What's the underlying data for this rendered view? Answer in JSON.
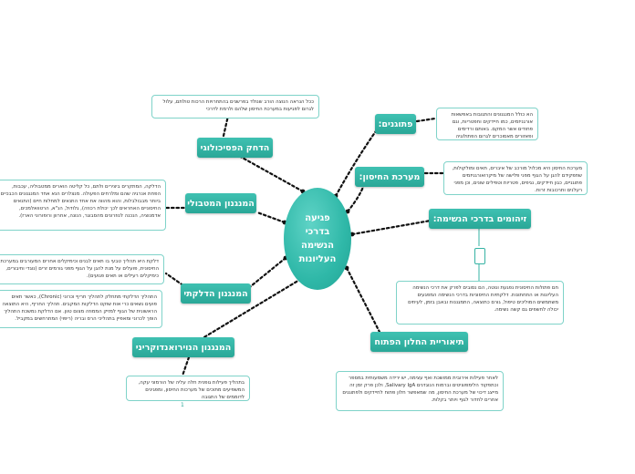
{
  "center": {
    "label": "פגיעה\nבדרכי\nהנשימה\nהעליונות"
  },
  "topics": {
    "pathogens": "פתוגנים:",
    "immune": "מערכת החיסון:",
    "infections": "זיהומים בדרכי הנשימה:",
    "window": "תיאוריית החלון הפתוח",
    "psych": "הדחק הפסיכולוגי",
    "metabolic": "המנגנון המטבולי",
    "inflammatory": "המנגנון הדלקתי",
    "neuro": "המנגנון הנוירואנדוקריני"
  },
  "notes": {
    "pathogens": "הא כולל המנגנונים והתגובות באפשאות אורגניזמים, כמו חיידקים וחפטריות, וגם פחודים אשר המקם. באותם ורדימים ופאזורים מאסוכרים לגרום הפתולוגיה והמחוללים עם מערכות החגנה של הגוף.",
    "immune": "מערכת החיסון היא מכלול מורכב של איברים, תאים ומולקולות, שתפקידם להגן על הגוף מפני פלישה של מיקרואורגניזמים פתוגניים, כגון חיידקים, נגיפים, פטריות וטפילים שונים, וכן מפני רעלנים ותרכובות זרות.",
    "window": "לאחר פעילות אירובית ממושכת ואף עצימה, יש ירידה משמעותית במספר וכתפקוד הלימפוציטים וברמות הנוגדנים Salivary IgA, ולכן פרק זמן זה מייצג דיכוי של מערכת החיסון, מה שמאפשר חלון פתוח לחיידקים ולפתוגנים אחרים לחדור לגוף ויותר בקלות.",
    "infections": "חם פתולות החיסונית נפגעת ונוטה, הם נסובים לפרק את דרכי הנשימה העליונות או התחתונות. דלקתיות החיסוניות בדרכי הנשימה המפגעים משתמשים המוליכים טיפול, גורם כתוצאה, התמגננות ובאבן בזמן, לעיתים יכולה לחשפים גם קשה נשימה.",
    "psych": "ככל הנראה הנוצה הורב שנולד בפרשנים בהתחרויות הרכות טולתם, עלול לגרום לפגיעות במערכת החיסון שלהם ולרמת לדרכי",
    "metabolic": "הדלקה, המתקרים ביצירים ולתם, כל קליטה הוארים ממטבוליה, עכבות, הפחת אנרגיה שהם ומלרחים הפעולה. מנצלרים הנא אחד המנגנונים הכבכיים ביותר מבבולבלות, והוא מהווה את אחד התנאים למחלות חיים (התנאים החיסוניים האחראים לכך יכולת רכוזה), גלודול, הנ\"א, הרטוואלמכים, אדמנוציה, הנכנה לנוזרונים מהסבוגר, הנונה, אחרוון ורופורוני הארז).",
    "inflammatory1": "דלקת היא תהליך טבעי בו תאים לבנים וכימיקלים אחרים המעורבים במערכת החיסונית, פועלים על מנת להגן על הגוף מפני גורמים זרים (נוגדי וחיבורים, כימיקלים רעילים או תאים פגועים).",
    "inflammatory2": "התהליך הדלקתי מתחלק לתהליך חריף וכרוני (Chronic), כאשר תאים פועים נשאים כרי אות שוקט הדלקות המקבים. תהליך החריף, היא התוצאה הראשונית של הגוף למזיק הממוזה מצום טוון. אם הדלקת נמשכת התהליך הופך לכרוני ומאפיין בתהליכי הרס ובריה (ריפוי) המתרחשים במקביל.",
    "neuro": "בתהליך פעילות גופנית חלה עליה של הורמוני עקה, המשפיעים מתוכים של מערכות החיסון, ומפגינים לדוממים של התגובה"
  },
  "markers": {
    "neuro_page": "1"
  },
  "colors": {
    "accent": "#2fb8a8",
    "link": "#111111",
    "note_border": "#7fd3c9"
  }
}
